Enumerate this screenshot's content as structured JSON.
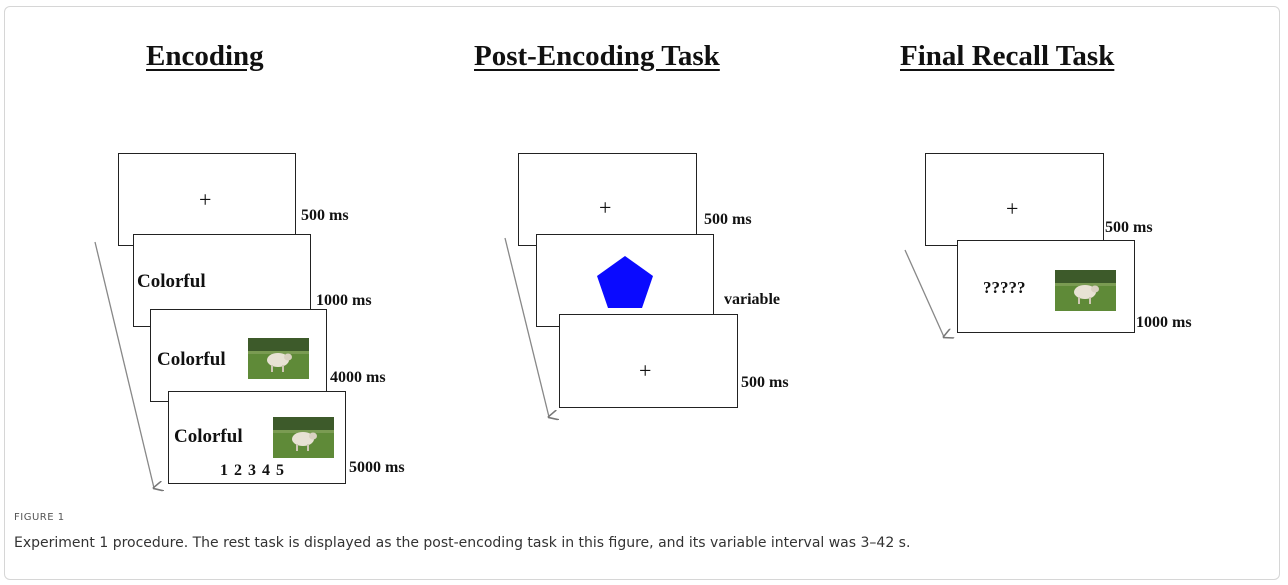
{
  "headings": {
    "encoding": "Encoding",
    "post_encoding": "Post-Encoding Task",
    "final_recall": "Final Recall Task"
  },
  "encoding": {
    "fixation": "+",
    "word": "Colorful",
    "scale": "1 2 3 4 5",
    "timings": [
      "500 ms",
      "1000 ms",
      "4000 ms",
      "5000 ms"
    ]
  },
  "post_encoding": {
    "fixation": "+",
    "timings": [
      "500 ms",
      "variable",
      "500 ms"
    ],
    "shape_color": "#0a0aff"
  },
  "final_recall": {
    "fixation": "+",
    "cue": "?????",
    "timings": [
      "500 ms",
      "1000 ms"
    ]
  },
  "figure_label": "FIGURE 1",
  "caption": "Experiment 1 procedure. The rest task is displayed as the post-encoding task in this figure, and its variable interval was 3–42 s.",
  "icons": {
    "sheep_image": "sheep-photo",
    "pentagon": "pentagon-shape",
    "time_arrow": "down-arrow"
  }
}
